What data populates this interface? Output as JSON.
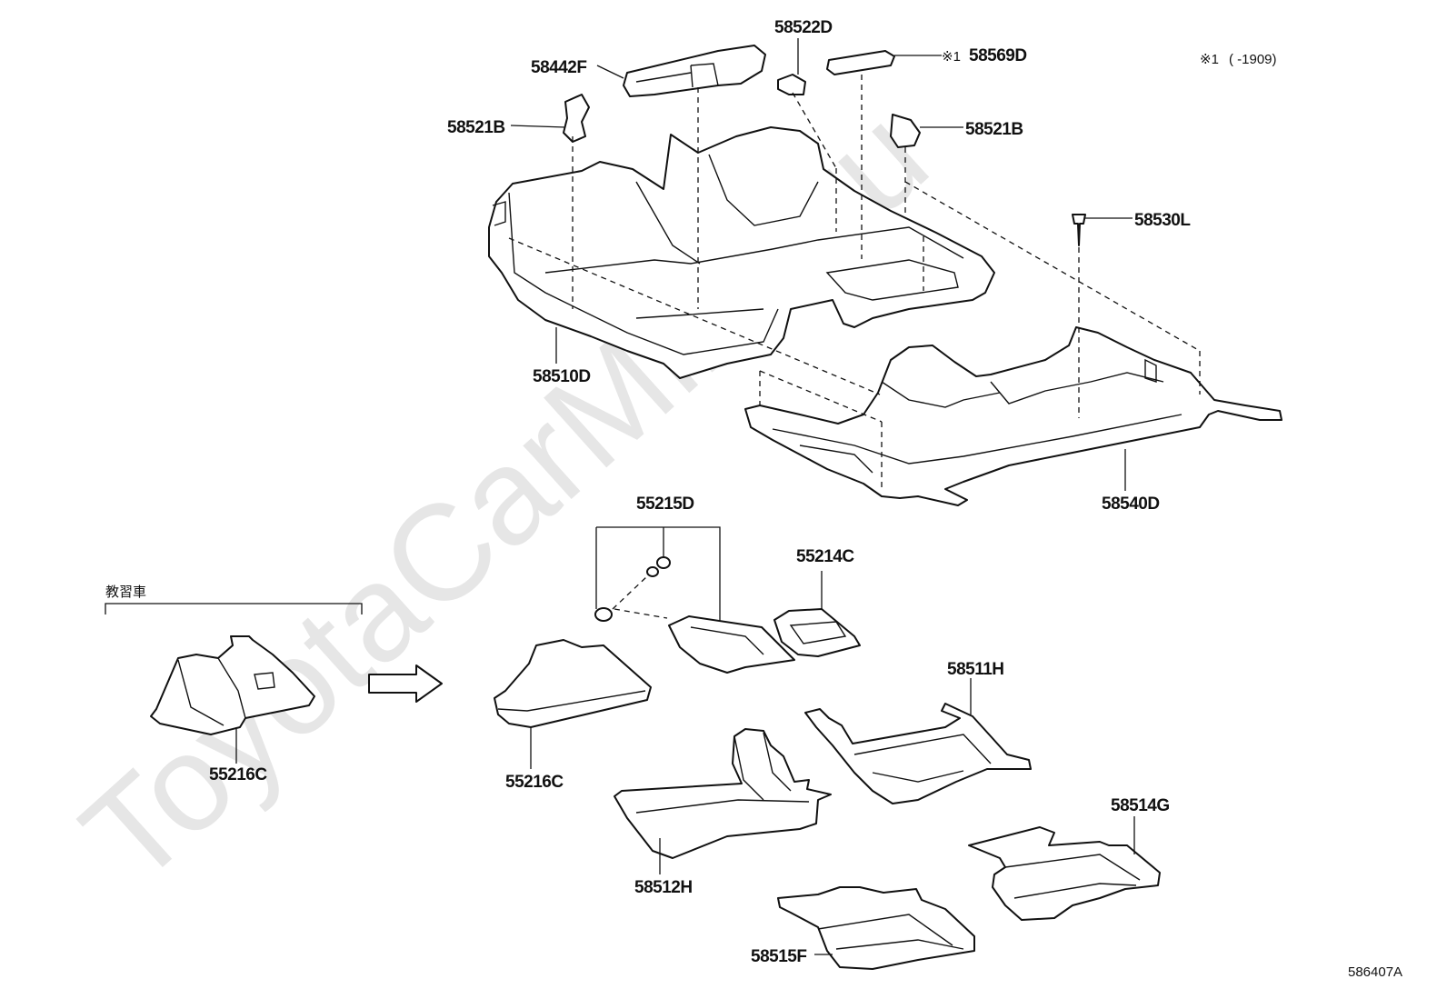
{
  "watermark": "ToyotaCarMine.ru",
  "diagram_id": "586407A",
  "note": {
    "prefix": "※1",
    "range": "( -1909)"
  },
  "driving_school": {
    "label": "教習車"
  },
  "labels": {
    "p58442F": "58442F",
    "p58522D": "58522D",
    "p58569D": "58569D",
    "p58569D_mark": "※1",
    "p58521B_left": "58521B",
    "p58521B_right": "58521B",
    "p58530L": "58530L",
    "p58510D": "58510D",
    "p58540D": "58540D",
    "p55215D": "55215D",
    "p55214C": "55214C",
    "p55216C_left": "55216C",
    "p55216C_right": "55216C",
    "p58511H": "58511H",
    "p58514G": "58514G",
    "p58512H": "58512H",
    "p58515F": "58515F"
  }
}
